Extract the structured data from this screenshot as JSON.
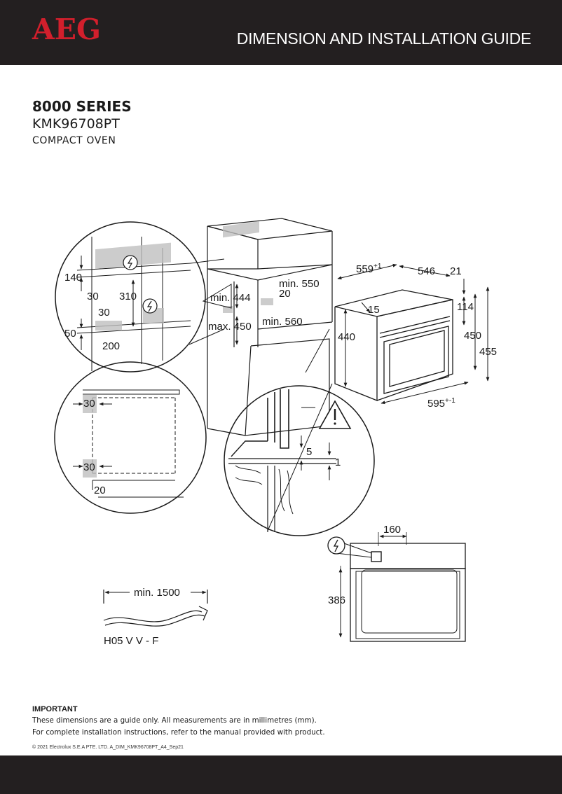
{
  "header": {
    "brand": "AEG",
    "title": "DIMENSION AND INSTALLATION GUIDE"
  },
  "product": {
    "series": "8000 SERIES",
    "model": "KMK96708PT",
    "type": "COMPACT OVEN"
  },
  "dimensions": {
    "cabinet_top": {
      "d140": "140",
      "d30a": "30",
      "d310": "310",
      "d30b": "30",
      "d50": "50",
      "d200": "200"
    },
    "niche": {
      "min444": "min. 444",
      "min550": "min. 550",
      "d20": "20",
      "max450": "max. 450",
      "min560": "min. 560"
    },
    "oven": {
      "d559": "559",
      "sup1": "+1",
      "d546": "546",
      "d21": "21",
      "d15": "15",
      "d114": "114",
      "d440": "440",
      "d450": "450",
      "d455": "455",
      "d595": "595",
      "supm1": "+-1"
    },
    "side": {
      "d30a": "30",
      "d30b": "30",
      "d20": "20"
    },
    "detail": {
      "d5": "5",
      "d1": "1"
    },
    "front": {
      "d160": "160",
      "d386": "386"
    },
    "cable": {
      "min1500": "min. 1500",
      "type": "H05 V V - F"
    }
  },
  "important": {
    "title": "IMPORTANT",
    "line1": "These dimensions are a guide only. All measurements are in millimetres (mm).",
    "line2": "For complete installation instructions, refer to the manual provided with product."
  },
  "copyright": "© 2021 Electrolux S.E.A PTE. LTD.  A_DIM_KMK96708PT_A4_Sep21"
}
